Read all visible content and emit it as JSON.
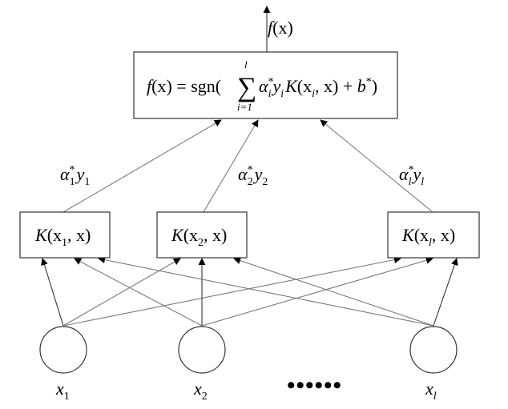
{
  "output_label": {
    "f": "f",
    "arg": "(x)"
  },
  "decision": {
    "lhs_f": "f",
    "lhs_arg": "(x)",
    "equals": " = ",
    "sgn": "sgn(",
    "sum": "∑",
    "sum_upper": "l",
    "sum_lower": "i=1",
    "alpha": "α",
    "star": "*",
    "i_sub": "i",
    "y": "y",
    "K": "K",
    "k_open": "(x",
    "k_close": ", x)",
    "plus": " + ",
    "b": "b",
    "close": ")"
  },
  "kernels": [
    {
      "K": "K",
      "open": "(x",
      "sub": "1",
      "close": ", x)"
    },
    {
      "K": "K",
      "open": "(x",
      "sub": "2",
      "close": ", x)"
    },
    {
      "K": "K",
      "open": "(x",
      "sub": "l",
      "close": ", x)"
    }
  ],
  "weights": [
    {
      "alpha": "α",
      "star": "*",
      "sub": "1",
      "y": "y",
      "ysub": "1"
    },
    {
      "alpha": "α",
      "star": "*",
      "sub": "2",
      "y": "y",
      "ysub": "2"
    },
    {
      "alpha": "α",
      "star": "*",
      "sub": "l",
      "y": "y",
      "ysub": "l"
    }
  ],
  "inputs": [
    {
      "x": "x",
      "sub": "1"
    },
    {
      "x": "x",
      "sub": "2"
    },
    {
      "x": "x",
      "sub": "l"
    }
  ],
  "ellipsis": "••••••"
}
